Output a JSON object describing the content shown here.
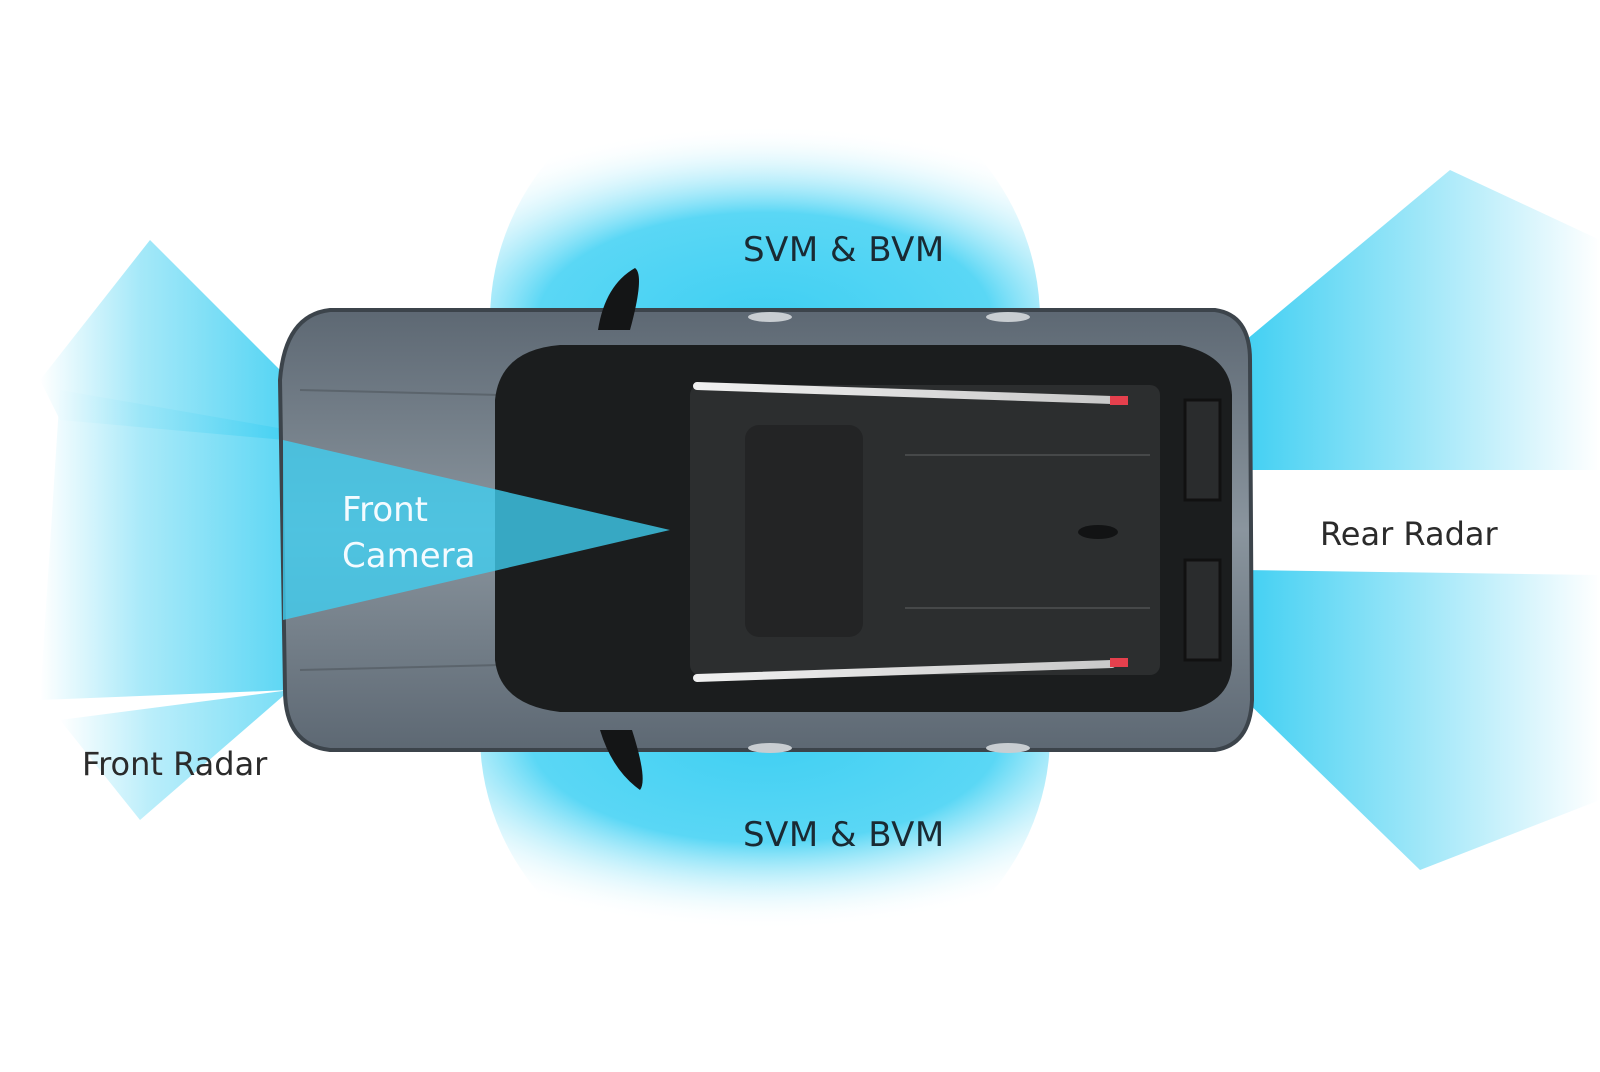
{
  "diagram": {
    "subject": "Vehicle top-view sensor coverage",
    "colors": {
      "coverage": "#3fcff2",
      "car_body": "#6f7b85",
      "roof": "#2a2c2d",
      "text_dark": "#222a2e",
      "text_light": "#f4fbff",
      "roof_rail_tip": "#e5404d"
    },
    "labels": {
      "svm_top": "SVM & BVM",
      "svm_bottom": "SVM & BVM",
      "front_camera_line1": "Front",
      "front_camera_line2": "Camera",
      "front_radar": "Front Radar",
      "rear_radar": "Rear Radar"
    }
  }
}
